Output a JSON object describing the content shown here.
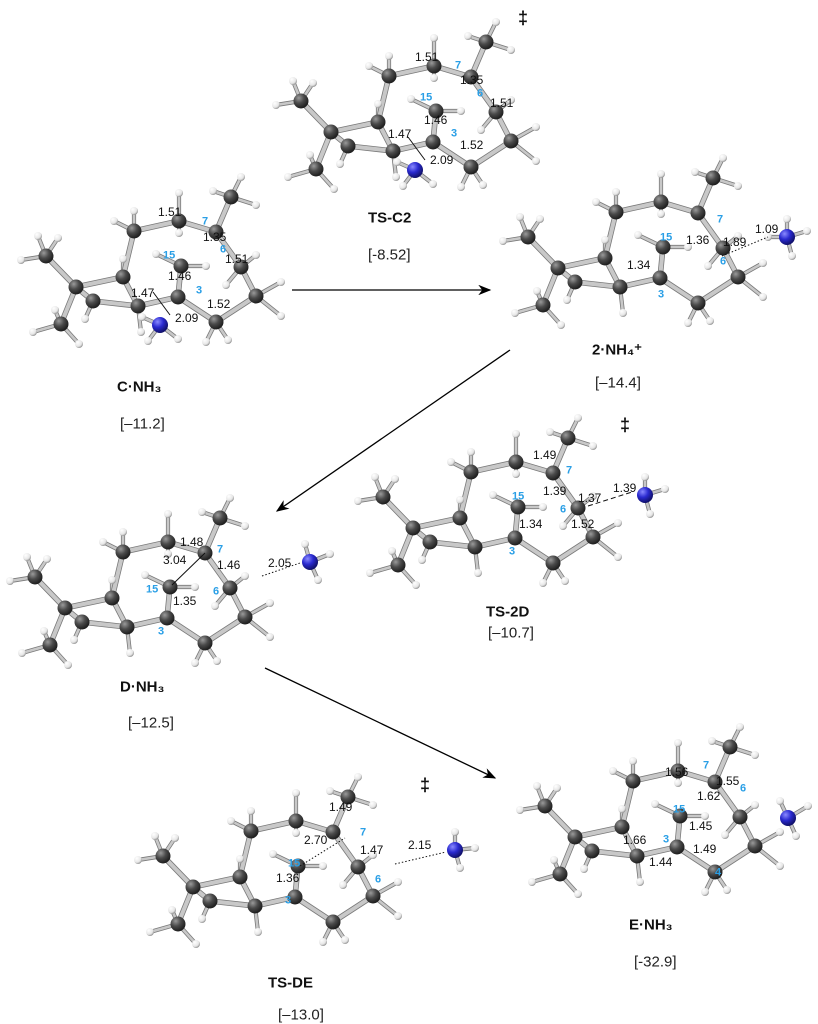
{
  "colors": {
    "carbon": "#4a4a4a",
    "hydrogen": "#f2f2f2",
    "nitrogen": "#2a2ad0",
    "atom_number": "#2a9fe6",
    "bond": "#c8c8c8"
  },
  "panels": [
    {
      "title": "C·NH₃",
      "energy": "[–11.2]",
      "transition_state": "",
      "distances": [
        "1.51",
        "1.35",
        "1.51",
        "1.46",
        "1.47",
        "1.52",
        "2.09"
      ],
      "atom_numbers": [
        "7",
        "6",
        "15",
        "3"
      ]
    },
    {
      "title": "TS-C2",
      "energy": "[-8.52]",
      "transition_state": "‡",
      "distances": [
        "1.51",
        "1.35",
        "1.51",
        "1.46",
        "1.47",
        "1.52",
        "2.09"
      ],
      "atom_numbers": [
        "7",
        "6",
        "15",
        "3"
      ]
    },
    {
      "title": "2·NH₄⁺",
      "energy": "[–14.4]",
      "transition_state": "",
      "distances": [
        "1.36",
        "1.89",
        "1.09",
        "1.34"
      ],
      "atom_numbers": [
        "7",
        "15",
        "6",
        "3"
      ]
    },
    {
      "title": "TS-2D",
      "energy": "[–10.7]",
      "transition_state": "‡",
      "distances": [
        "1.49",
        "1.39",
        "1.37",
        "1.39",
        "1.34",
        "1.52"
      ],
      "atom_numbers": [
        "7",
        "15",
        "6",
        "3"
      ]
    },
    {
      "title": "D·NH₃",
      "energy": "[–12.5]",
      "transition_state": "",
      "distances": [
        "1.48",
        "3.04",
        "1.46",
        "2.05",
        "1.35"
      ],
      "atom_numbers": [
        "7",
        "15",
        "6",
        "3"
      ]
    },
    {
      "title": "TS-DE",
      "energy": "[–13.0]",
      "transition_state": "‡",
      "distances": [
        "1.49",
        "2.70",
        "1.47",
        "2.15",
        "1.36"
      ],
      "atom_numbers": [
        "7",
        "15",
        "6",
        "3"
      ]
    },
    {
      "title": "E·NH₃",
      "energy": "[-32.9]",
      "transition_state": "",
      "distances": [
        "1.56",
        "1.55",
        "1.62",
        "1.45",
        "1.66",
        "1.49",
        "1.44"
      ],
      "atom_numbers": [
        "7",
        "6",
        "15",
        "3",
        "4"
      ]
    }
  ]
}
